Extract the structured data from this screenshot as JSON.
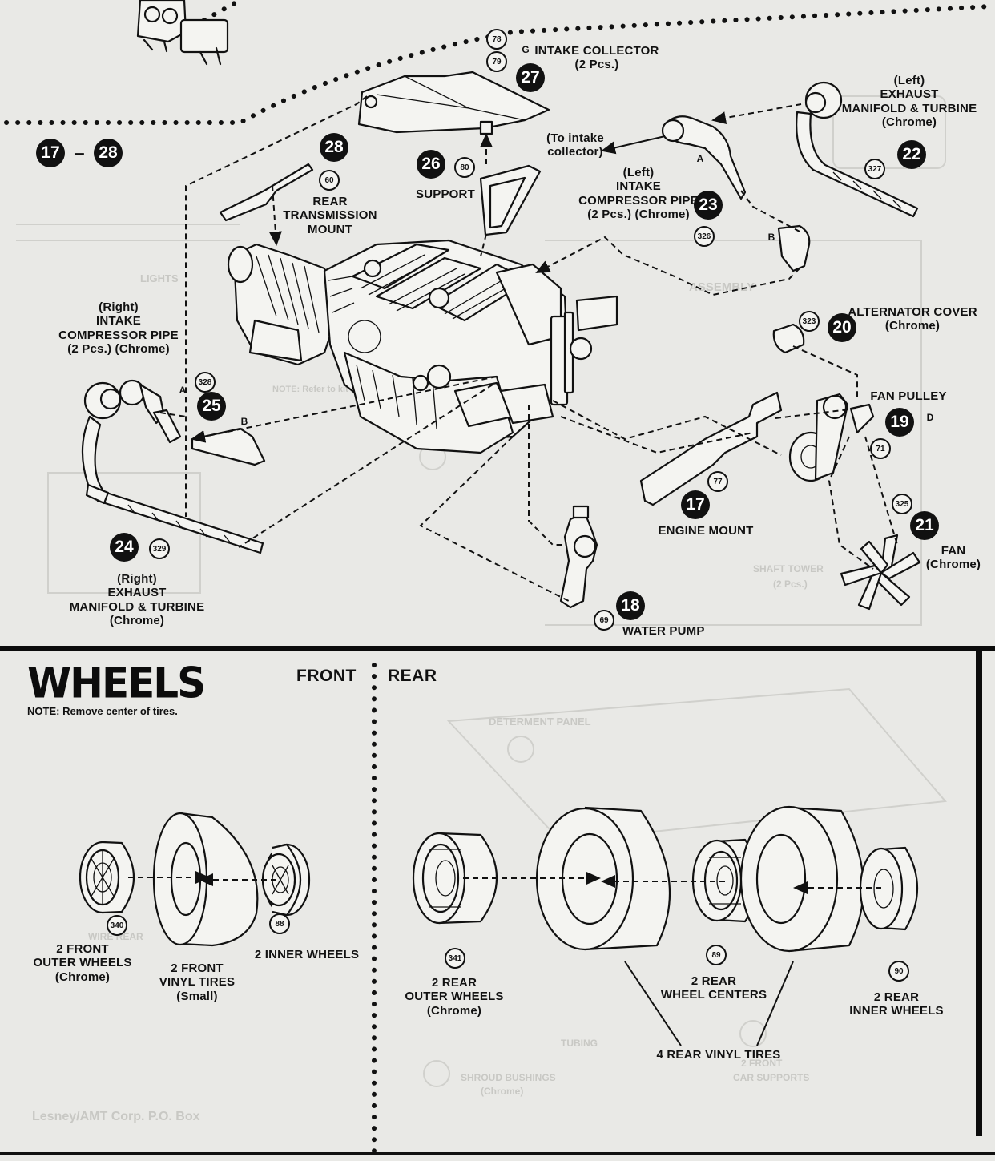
{
  "range": {
    "start": "17",
    "dash": "–",
    "end": "28"
  },
  "steps": {
    "s17": "17",
    "s18": "18",
    "s19": "19",
    "s20": "20",
    "s21": "21",
    "s22": "22",
    "s23": "23",
    "s24": "24",
    "s25": "25",
    "s26": "26",
    "s27": "27",
    "s28": "28"
  },
  "parts": {
    "p78": "78",
    "p79": "79",
    "p80": "80",
    "p60": "60",
    "p327": "327",
    "p326": "326",
    "p328": "328",
    "p323": "323",
    "p71": "71",
    "p77": "77",
    "p325": "325",
    "p329": "329",
    "p69": "69",
    "p340": "340",
    "p88": "88",
    "p341": "341",
    "p89": "89",
    "p90": "90"
  },
  "letters": {
    "g": "G",
    "a1": "A",
    "b1": "B",
    "a2": "A",
    "b2": "B",
    "d": "D"
  },
  "labels": {
    "intake_collector": [
      "INTAKE COLLECTOR",
      "(2 Pcs.)"
    ],
    "left_exhaust": [
      "(Left)",
      "EXHAUST",
      "MANIFOLD & TURBINE",
      "(Chrome)"
    ],
    "to_intake": [
      "(To intake",
      "collector)"
    ],
    "left_intake": [
      "(Left)",
      "INTAKE",
      "COMPRESSOR PIPE",
      "(2 Pcs.)  (Chrome)"
    ],
    "support": [
      "SUPPORT"
    ],
    "rear_trans": [
      "REAR",
      "TRANSMISSION",
      "MOUNT"
    ],
    "right_intake": [
      "(Right)",
      "INTAKE",
      "COMPRESSOR PIPE",
      "(2 Pcs.) (Chrome)"
    ],
    "alternator": [
      "ALTERNATOR COVER",
      "(Chrome)"
    ],
    "fan_pulley": [
      "FAN PULLEY"
    ],
    "engine_mount": [
      "ENGINE MOUNT"
    ],
    "fan": [
      "FAN",
      "(Chrome)"
    ],
    "right_exhaust": [
      "(Right)",
      "EXHAUST",
      "MANIFOLD & TURBINE",
      "(Chrome)"
    ],
    "water_pump": [
      "WATER PUMP"
    ],
    "front_outer": [
      "2 FRONT",
      "OUTER WHEELS",
      "(Chrome)"
    ],
    "front_tires": [
      "2 FRONT",
      "VINYL TIRES",
      "(Small)"
    ],
    "inner_wheels": [
      "2 INNER WHEELS"
    ],
    "rear_outer": [
      "2 REAR",
      "OUTER WHEELS",
      "(Chrome)"
    ],
    "rear_centers": [
      "2 REAR",
      "WHEEL CENTERS"
    ],
    "rear_inner": [
      "2 REAR",
      "INNER WHEELS"
    ],
    "rear_tires": [
      "4 REAR VINYL TIRES"
    ]
  },
  "wheels": {
    "title": "WHEELS",
    "note_key": "NOTE:",
    "note_text": " Remove center of tires.",
    "front": "FRONT",
    "rear": "REAR"
  },
  "ghosts": {
    "g1": "ASSEMBLY",
    "g2": "NOTE: Refer to kit",
    "g3": "DETERMENT PANEL",
    "g4": "SHAFT TOWER",
    "g5": "(2 Pcs.)",
    "g6": "2 FRONT",
    "g7": "CAR SUPPORTS",
    "g8": "LIGHTS",
    "g9": "SHROUD BUSHINGS",
    "g10": "(Chrome)",
    "g11": "Lesney/AMT Corp.   P.O. Box",
    "g12": "TUBING",
    "g13": "WIRE REAR"
  },
  "colors": {
    "ink": "#111111",
    "paper": "#e9e9e6",
    "ghost": "#c8c8c4"
  }
}
